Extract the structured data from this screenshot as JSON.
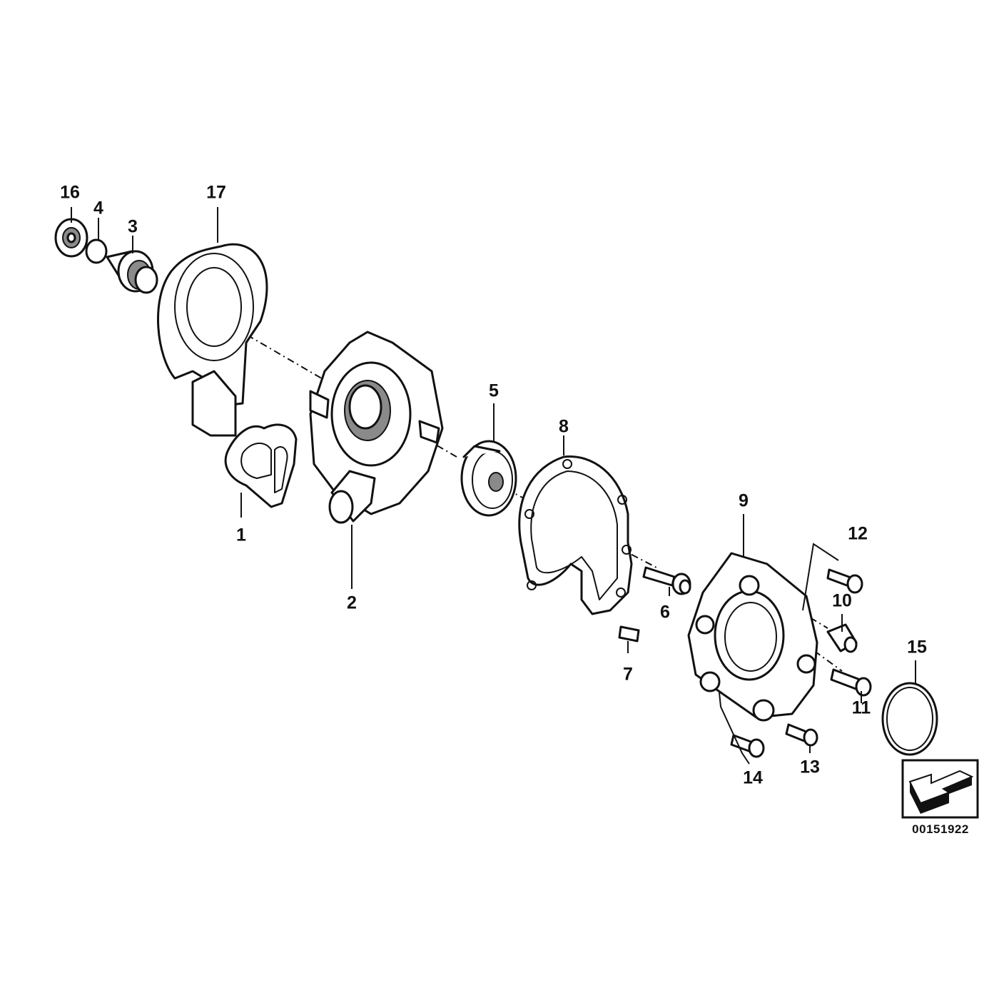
{
  "callouts": [
    {
      "id": "1",
      "label": "1"
    },
    {
      "id": "2",
      "label": "2"
    },
    {
      "id": "3",
      "label": "3"
    },
    {
      "id": "4",
      "label": "4"
    },
    {
      "id": "5",
      "label": "5"
    },
    {
      "id": "6",
      "label": "6"
    },
    {
      "id": "7",
      "label": "7"
    },
    {
      "id": "8",
      "label": "8"
    },
    {
      "id": "9",
      "label": "9"
    },
    {
      "id": "10",
      "label": "10"
    },
    {
      "id": "11",
      "label": "11"
    },
    {
      "id": "12",
      "label": "12"
    },
    {
      "id": "13",
      "label": "13"
    },
    {
      "id": "14",
      "label": "14"
    },
    {
      "id": "15",
      "label": "15"
    },
    {
      "id": "16",
      "label": "16"
    },
    {
      "id": "17",
      "label": "17"
    }
  ],
  "reference_code": "00151922",
  "icons": {
    "orientation_icon": "direction-arrow-icon"
  }
}
